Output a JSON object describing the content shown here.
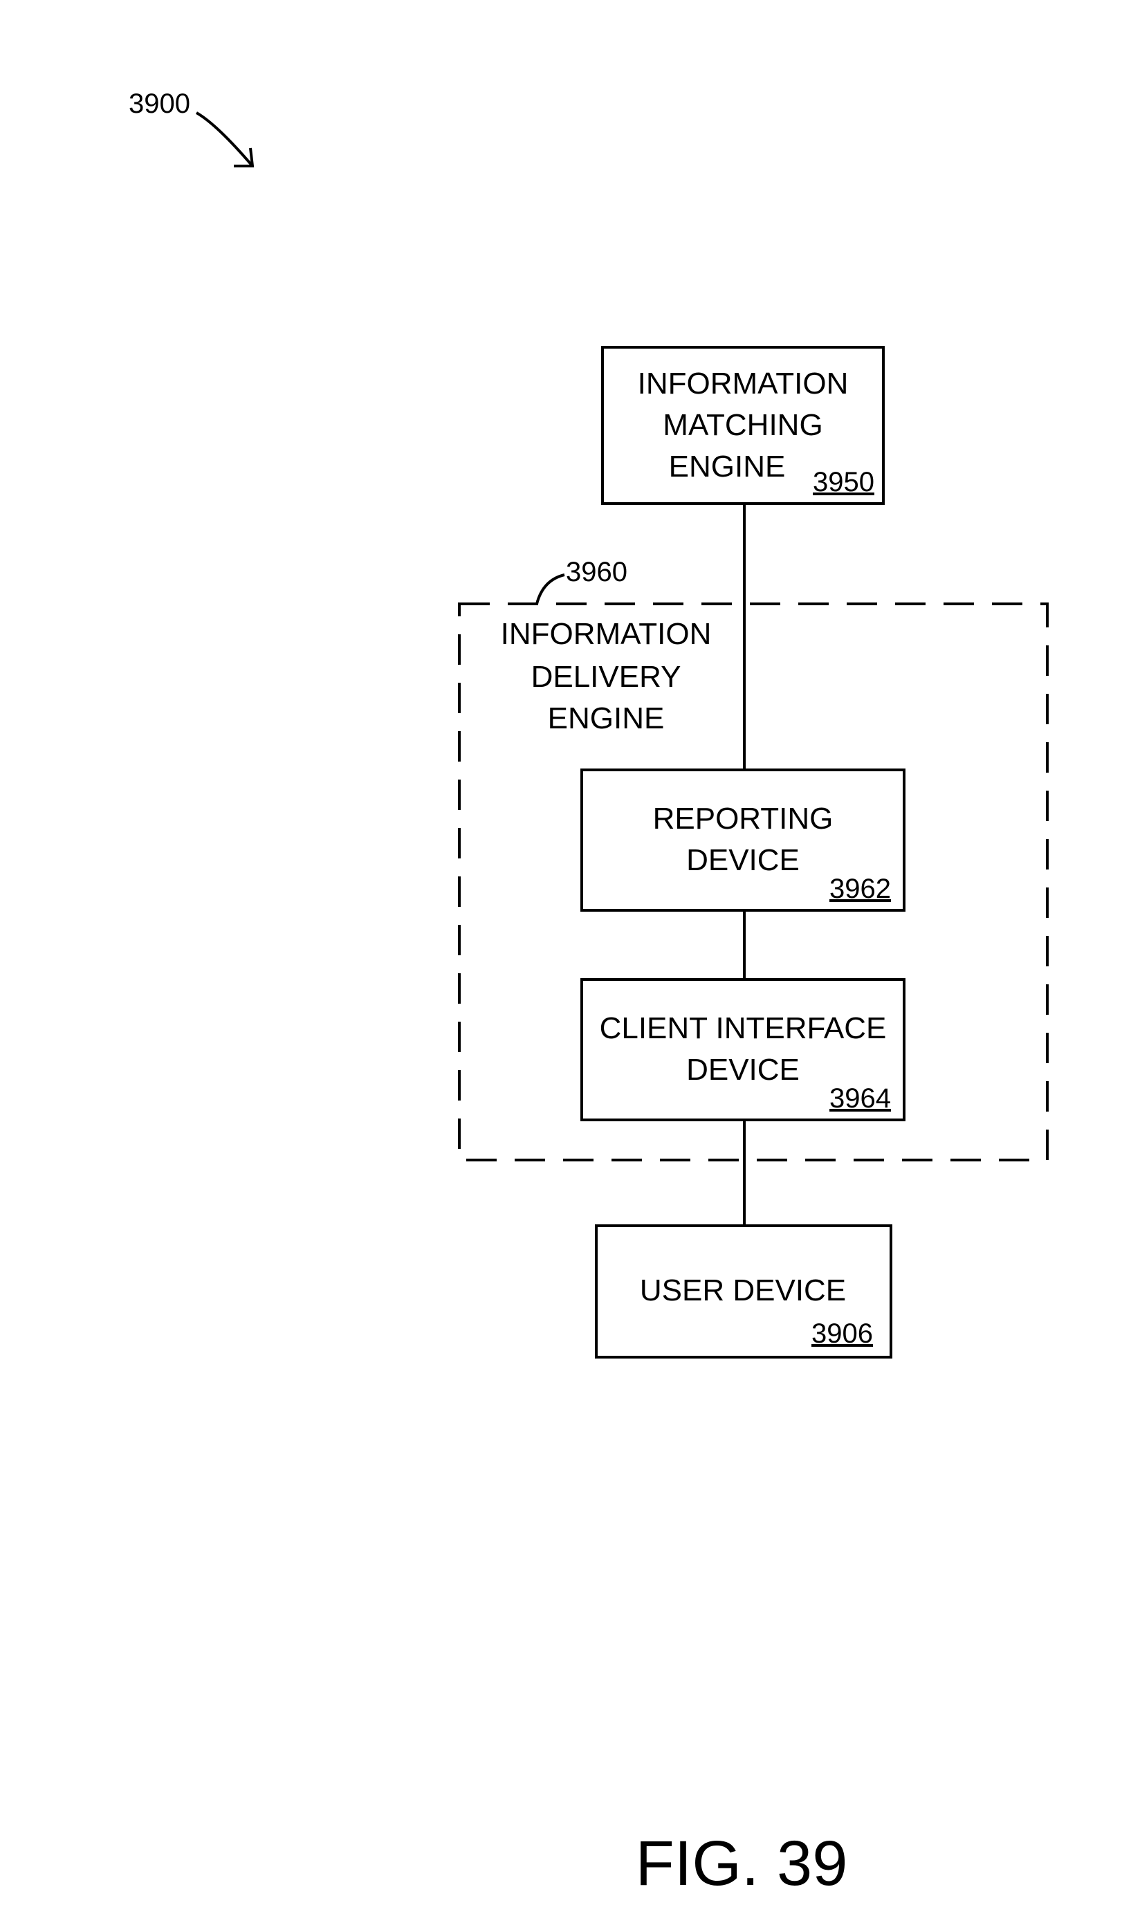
{
  "figure": {
    "ref": "3900",
    "caption": "FIG. 39"
  },
  "nodes": {
    "matching_engine": {
      "lines": [
        "INFORMATION",
        "MATCHING",
        "ENGINE"
      ],
      "ref": "3950"
    },
    "delivery_engine": {
      "lines": [
        "INFORMATION",
        "DELIVERY",
        "ENGINE"
      ],
      "ref": "3960"
    },
    "reporting_device": {
      "lines": [
        "REPORTING",
        "DEVICE"
      ],
      "ref": "3962"
    },
    "client_interface": {
      "lines": [
        "CLIENT INTERFACE",
        "DEVICE"
      ],
      "ref": "3964"
    },
    "user_device": {
      "lines": [
        "USER DEVICE"
      ],
      "ref": "3906"
    }
  }
}
